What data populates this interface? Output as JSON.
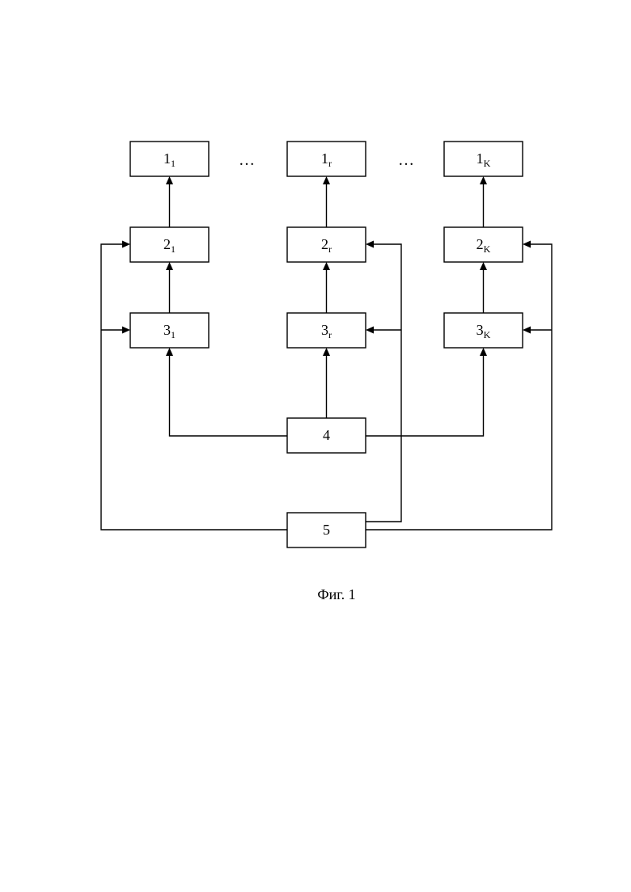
{
  "figure": {
    "caption": "Фиг. 1",
    "ellipsis": "…",
    "blocks": {
      "b1_1": {
        "main": "1",
        "sub": "1"
      },
      "b1_r": {
        "main": "1",
        "sub": "r"
      },
      "b1_k": {
        "main": "1",
        "sub": "K"
      },
      "b2_1": {
        "main": "2",
        "sub": "1"
      },
      "b2_r": {
        "main": "2",
        "sub": "r"
      },
      "b2_k": {
        "main": "2",
        "sub": "K"
      },
      "b3_1": {
        "main": "3",
        "sub": "1"
      },
      "b3_r": {
        "main": "3",
        "sub": "r"
      },
      "b3_k": {
        "main": "3",
        "sub": "K"
      },
      "b4": {
        "main": "4",
        "sub": ""
      },
      "b5": {
        "main": "5",
        "sub": ""
      }
    }
  }
}
